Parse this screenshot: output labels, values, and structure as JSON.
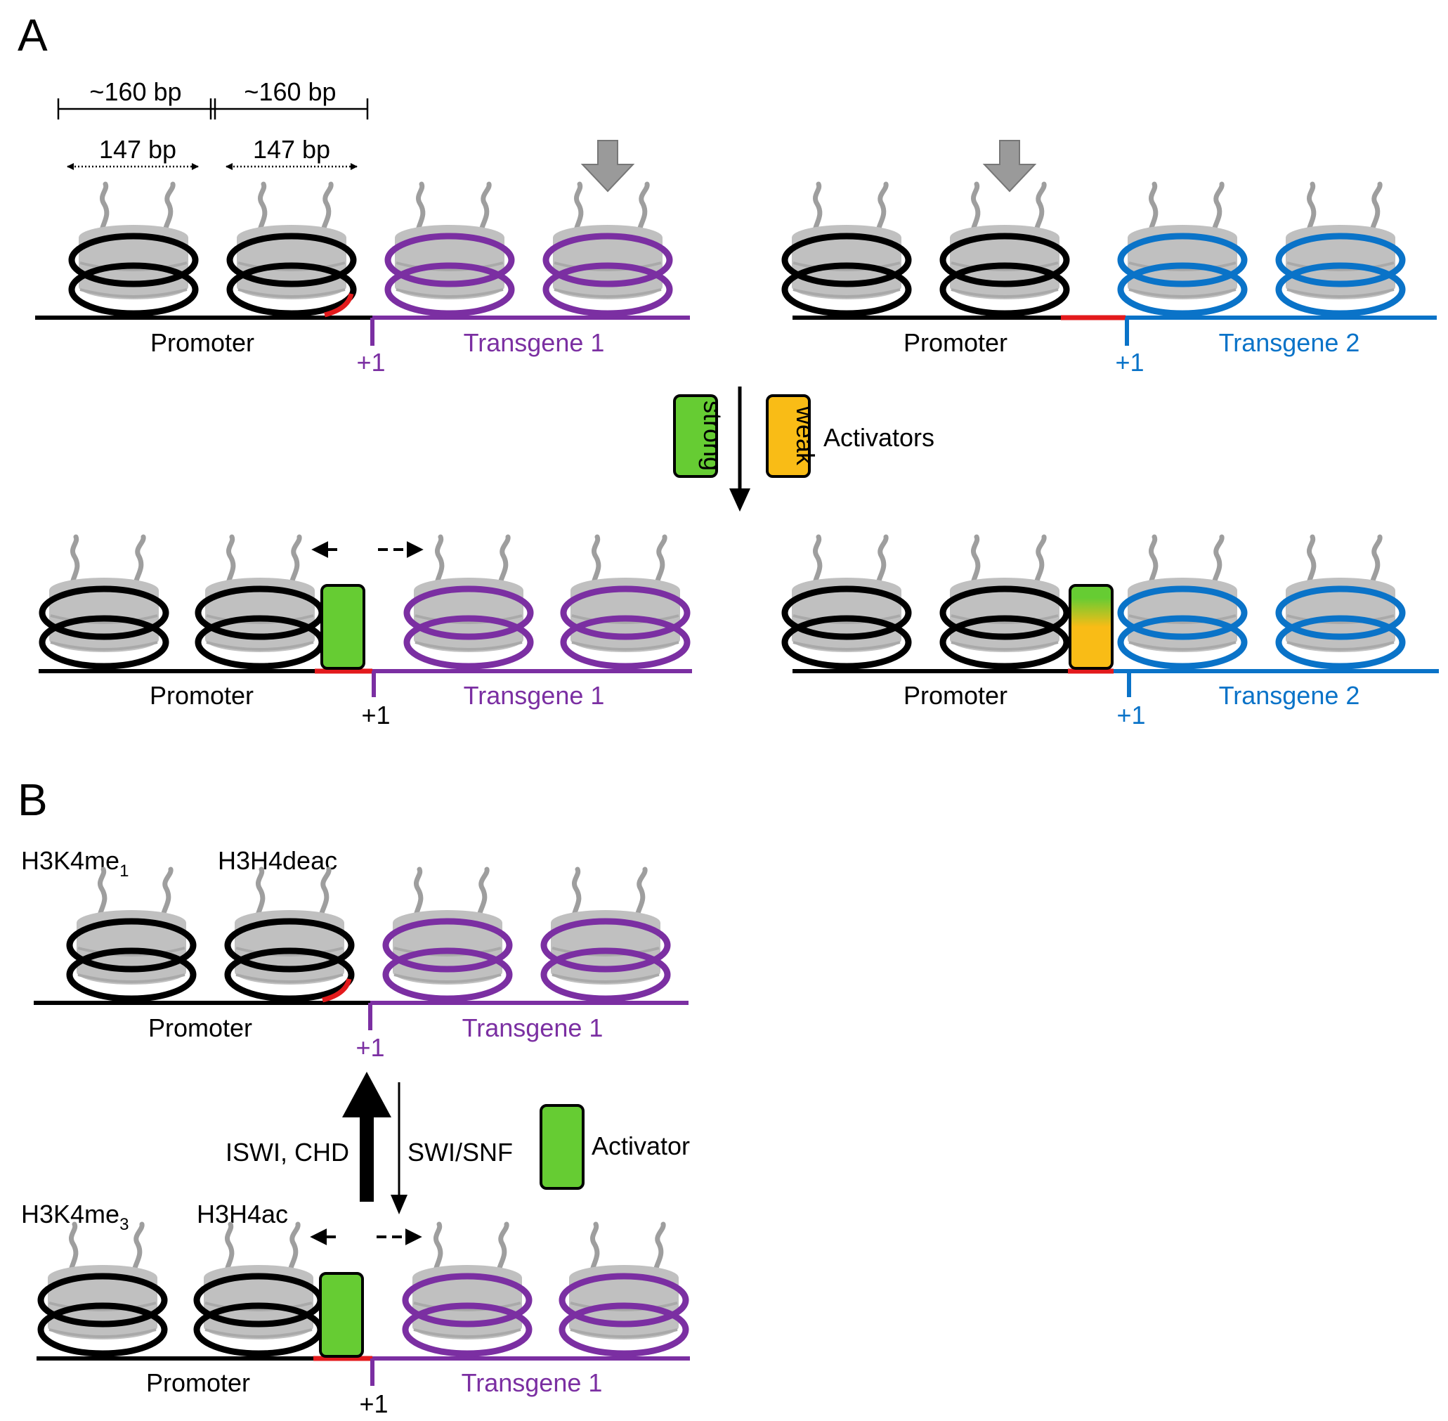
{
  "colors": {
    "black": "#000000",
    "transgene1": "#7b2fa2",
    "transgene2": "#0a73c8",
    "red": "#e31a1c",
    "green": "#66cc33",
    "orange": "#f9bc16",
    "nucleosome_gray": "#c0c0c0",
    "tail_gray": "#9e9e9e",
    "arrow_gray": "#9a9a9a"
  },
  "panel_a": {
    "label": "A",
    "spacing_label_1": "~160 bp",
    "spacing_label_2": "~160 bp",
    "core_label_1": "147 bp",
    "core_label_2": "147 bp",
    "promoter": "Promoter",
    "plus_one": "+1",
    "transgene_1": "Transgene 1",
    "transgene_2": "Transgene 2",
    "activator_strong": "strong",
    "activator_weak": "weak",
    "activators": "Activators"
  },
  "panel_b": {
    "label": "B",
    "mark_me1_base": "H3K4me",
    "mark_me1_sub": "1",
    "mark_deac": "H3H4deac",
    "mark_me3_base": "H3K4me",
    "mark_me3_sub": "3",
    "mark_ac": "H3H4ac",
    "remodelers_up": "ISWI, CHD",
    "remodeler_down": "SWI/SNF",
    "activator": "Activator",
    "promoter": "Promoter",
    "plus_one": "+1",
    "transgene_1": "Transgene 1"
  }
}
